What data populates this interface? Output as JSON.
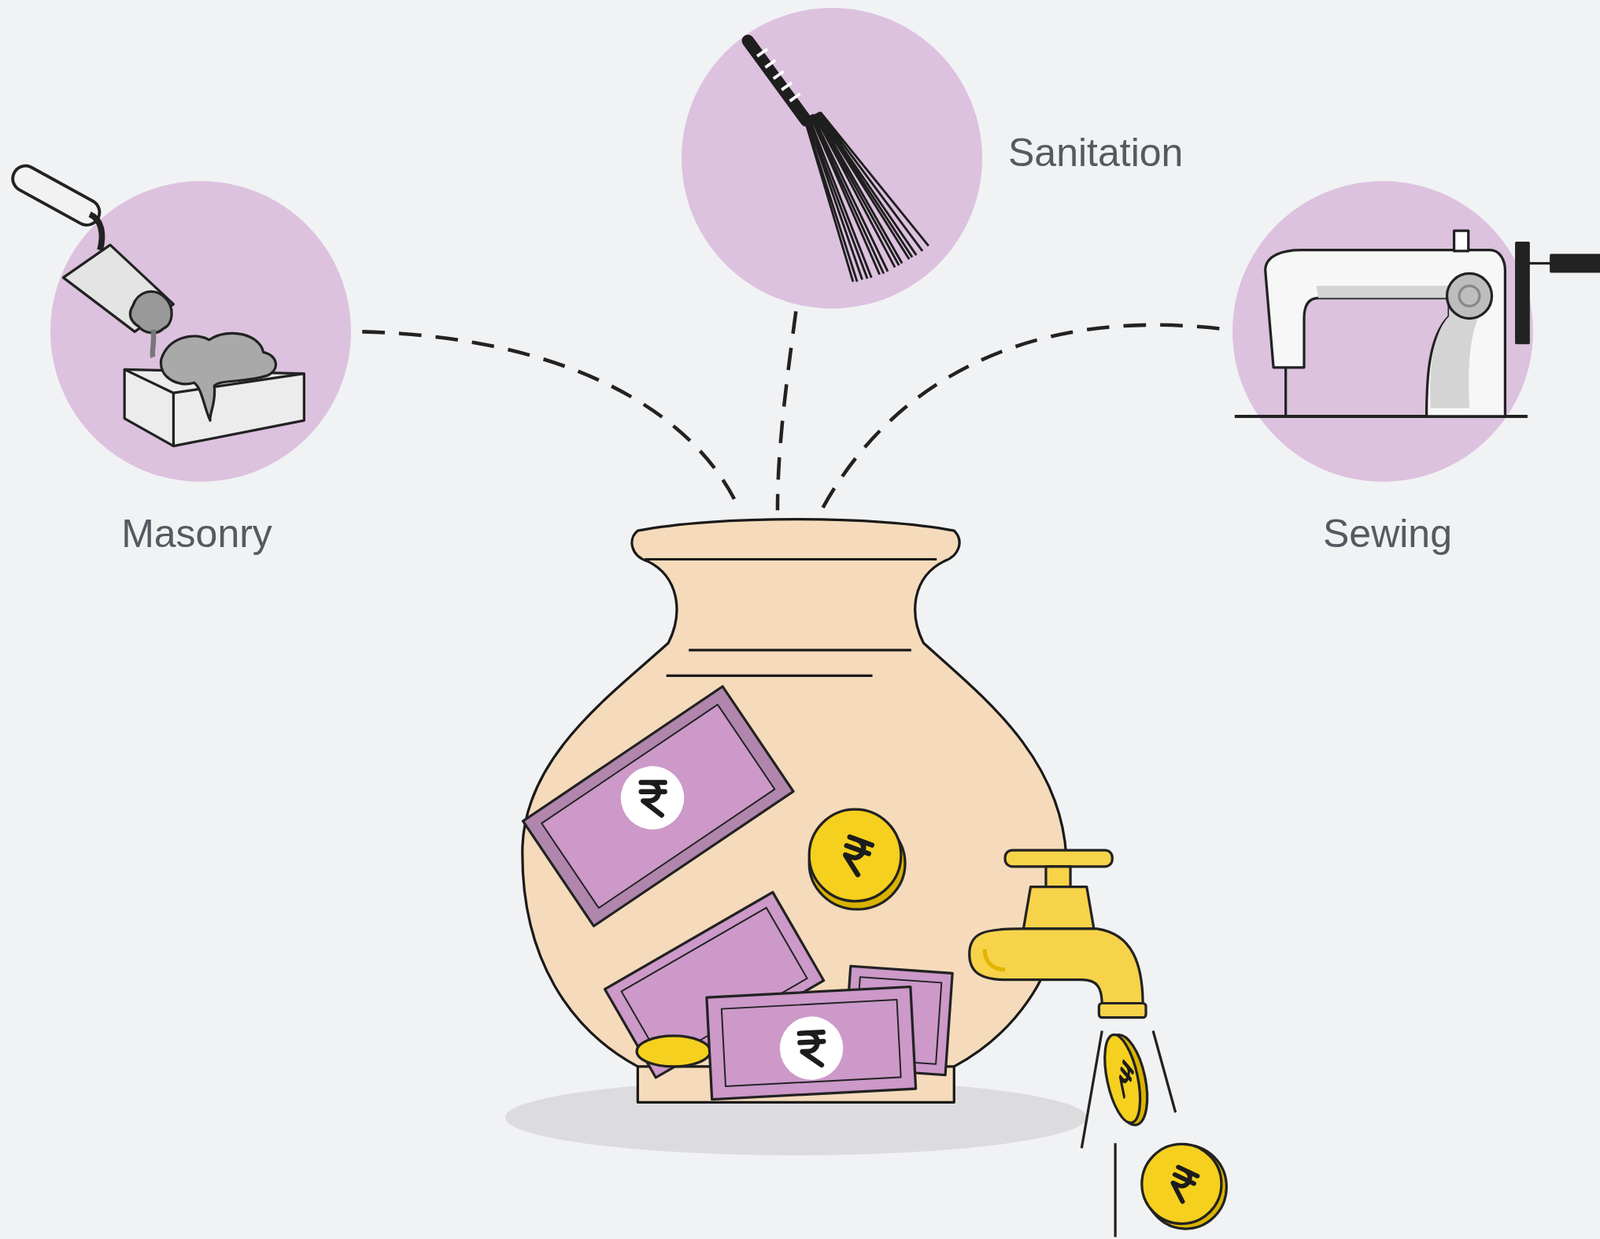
{
  "diagram": {
    "nodes": [
      {
        "text": [
          "Masonry"
        ]
      },
      {
        "text": [
          "Sanitation"
        ]
      },
      {
        "text": [
          "Sewing"
        ]
      }
    ]
  }
}
